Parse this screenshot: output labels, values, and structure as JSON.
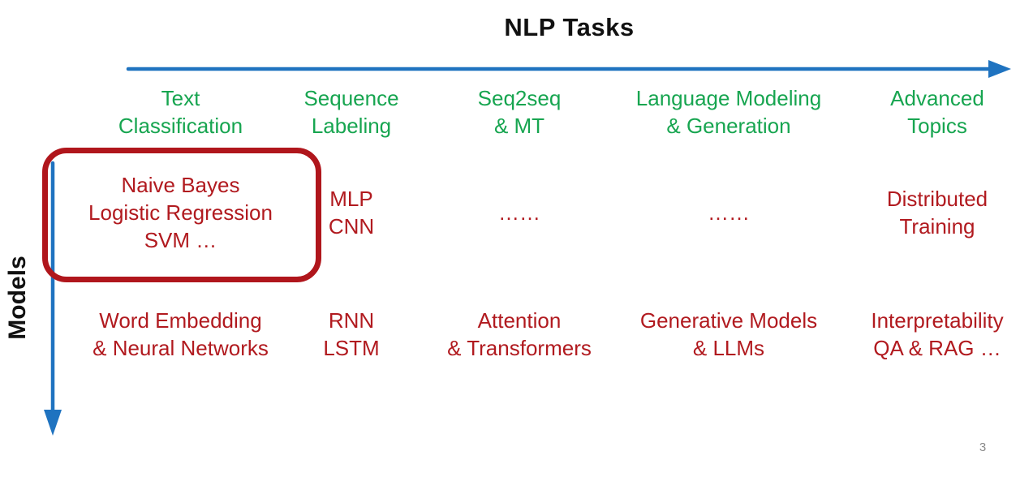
{
  "slide": {
    "title": "NLP Tasks",
    "y_axis_label": "Models",
    "page_number": "3"
  },
  "colors": {
    "task_green": "#17a550",
    "model_red": "#b11a1f",
    "highlight_red": "#b0161c",
    "arrow_blue": "#1f73c0"
  },
  "columns": [
    {
      "task": "Text\nClassification",
      "early_models": "Naive Bayes\nLogistic Regression\nSVM …",
      "later_models": "Word Embedding\n& Neural Networks"
    },
    {
      "task": "Sequence\nLabeling",
      "early_models": "MLP\nCNN",
      "later_models": "RNN\nLSTM"
    },
    {
      "task": "Seq2seq\n& MT",
      "early_models": "……",
      "later_models": "Attention\n& Transformers"
    },
    {
      "task": "Language Modeling\n& Generation",
      "early_models": "……",
      "later_models": "Generative Models\n& LLMs"
    },
    {
      "task": "Advanced\nTopics",
      "early_models": "Distributed\nTraining",
      "later_models": "Interpretability\nQA & RAG …"
    }
  ]
}
